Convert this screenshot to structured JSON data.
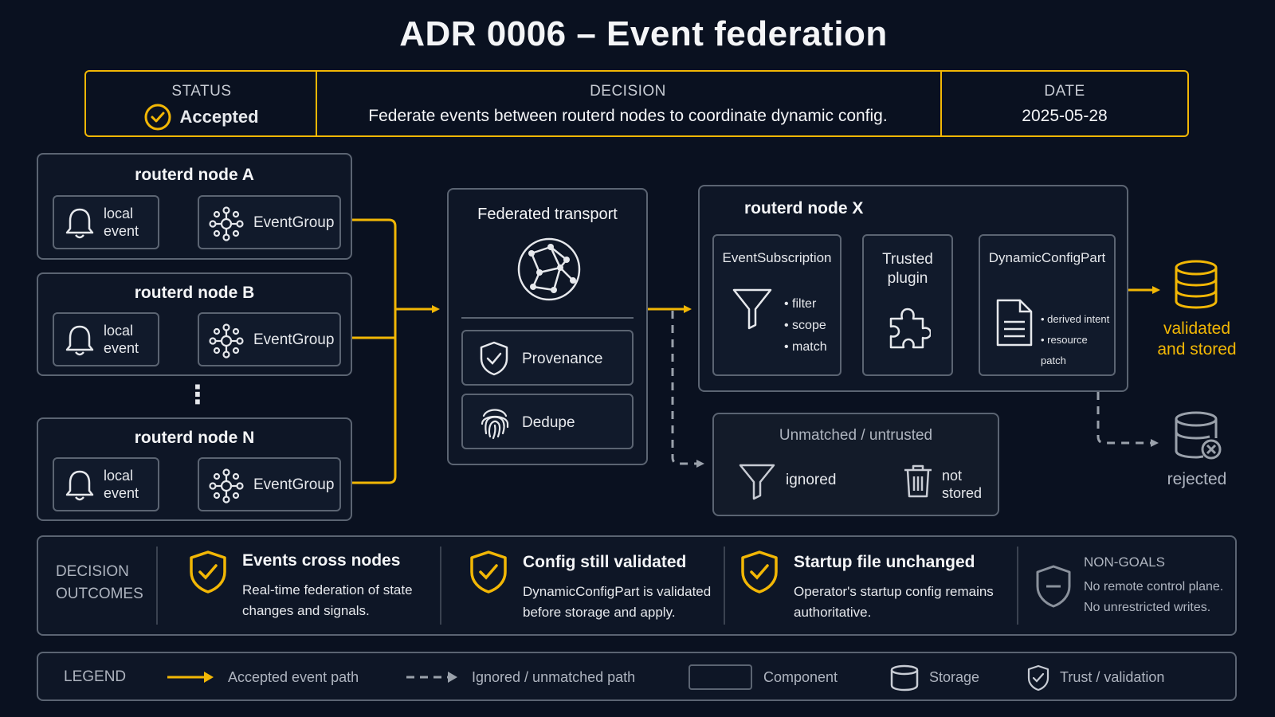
{
  "title": "ADR 0006 – Event federation",
  "status_bar": {
    "status_label": "STATUS",
    "status_value": "Accepted",
    "decision_label": "DECISION",
    "decision_value": "Federate events between routerd nodes to coordinate dynamic config.",
    "date_label": "DATE",
    "date_value": "2025-05-28"
  },
  "source_nodes": [
    {
      "title": "routerd node A",
      "event_line1": "local",
      "event_line2": "event",
      "group": "EventGroup"
    },
    {
      "title": "routerd node B",
      "event_line1": "local",
      "event_line2": "event",
      "group": "EventGroup"
    },
    {
      "title": "routerd node N",
      "event_line1": "local",
      "event_line2": "event",
      "group": "EventGroup"
    }
  ],
  "ellipsis": "⋮",
  "transport": {
    "title": "Federated transport",
    "provenance": "Provenance",
    "dedupe": "Dedupe"
  },
  "node_x": {
    "title": "routerd node X",
    "subscription": {
      "title": "EventSubscription",
      "items": [
        "filter",
        "scope",
        "match"
      ]
    },
    "plugin": {
      "line1": "Trusted",
      "line2": "plugin"
    },
    "config": {
      "title": "DynamicConfigPart",
      "items": [
        "derived intent",
        "resource patch"
      ]
    }
  },
  "validated": {
    "line1": "validated",
    "line2": "and stored"
  },
  "rejected": "rejected",
  "unmatched": {
    "title": "Unmatched / untrusted",
    "ignored": "ignored",
    "not_stored_line1": "not",
    "not_stored_line2": "stored"
  },
  "outcomes": {
    "label_line1": "DECISION",
    "label_line2": "OUTCOMES",
    "items": [
      {
        "title": "Events cross nodes",
        "line1": "Real-time federation of state",
        "line2": "changes and signals."
      },
      {
        "title": "Config still validated",
        "line1": "DynamicConfigPart is validated",
        "line2": "before storage and apply."
      },
      {
        "title": "Startup file unchanged",
        "line1": "Operator's startup config remains",
        "line2": "authoritative."
      }
    ],
    "non_goals": {
      "title": "NON-GOALS",
      "line1": "No remote control plane.",
      "line2": "No unrestricted writes."
    }
  },
  "legend": {
    "label": "LEGEND",
    "accepted": "Accepted event path",
    "ignored": "Ignored / unmatched path",
    "component": "Component",
    "storage": "Storage",
    "trust": "Trust / validation"
  },
  "colors": {
    "accent": "#f2b705",
    "border": "#5b6472",
    "background": "#0a1120",
    "muted": "#aeb4bf"
  }
}
